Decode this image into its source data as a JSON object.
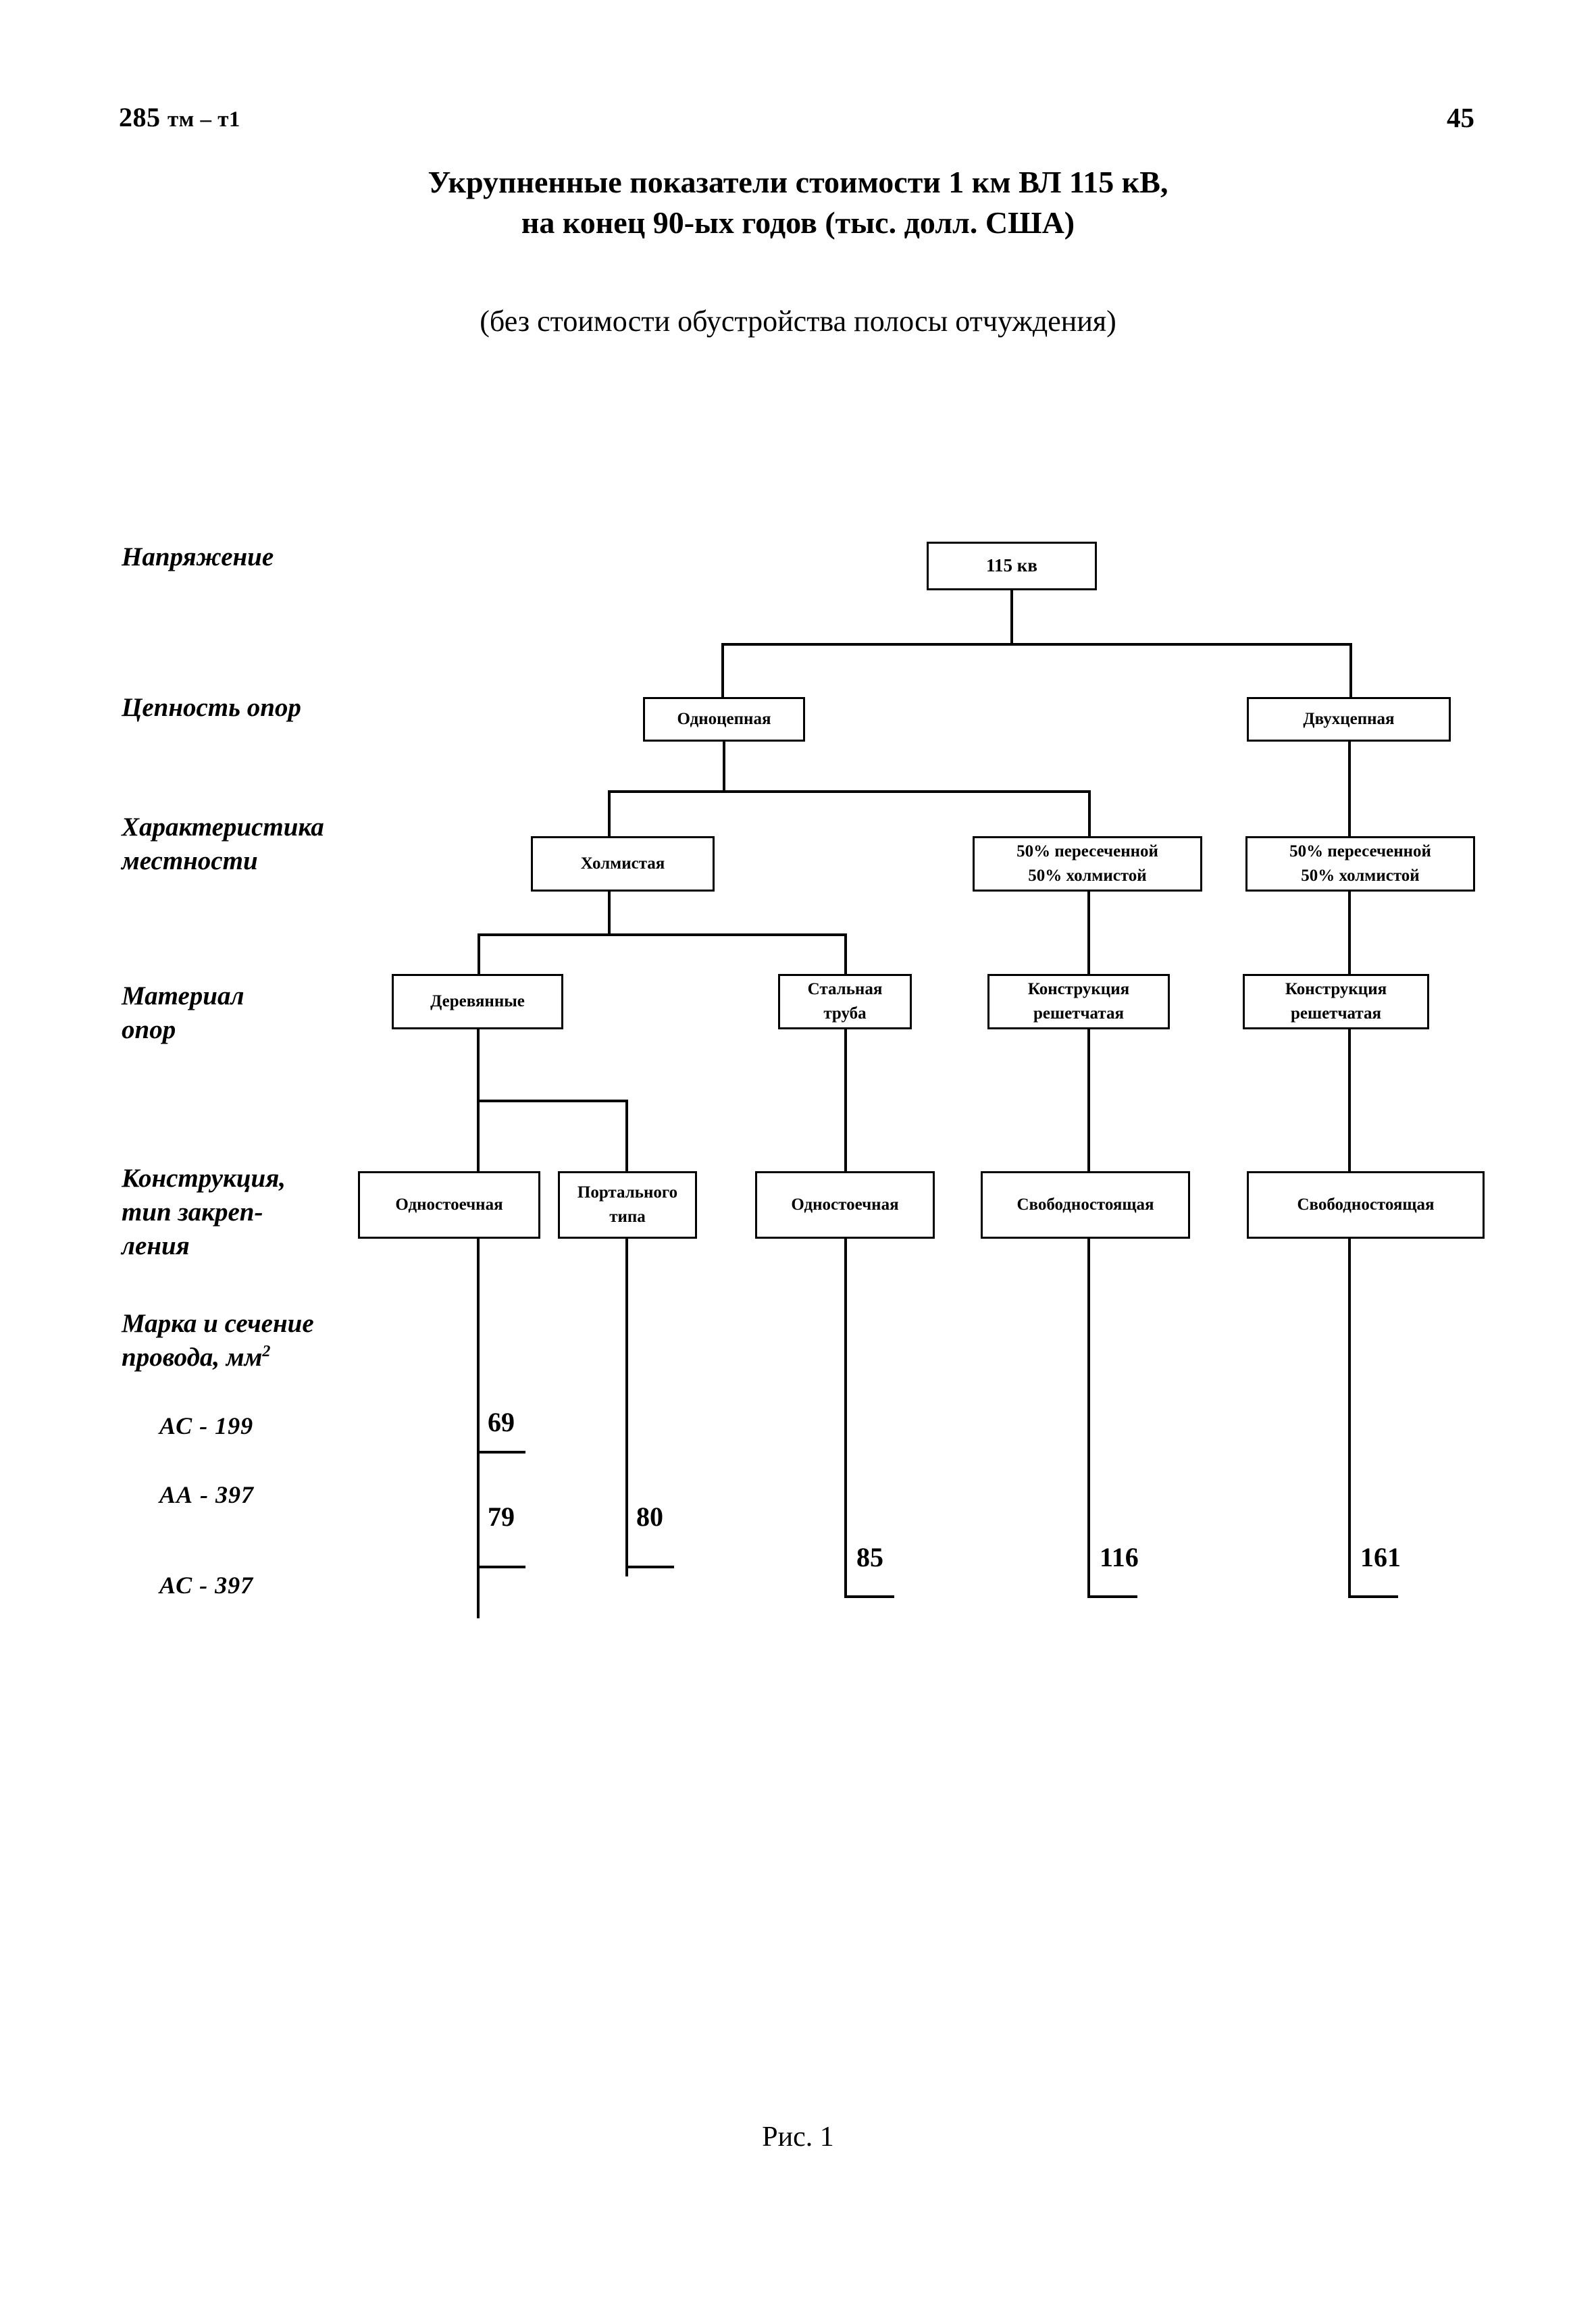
{
  "page": {
    "running_head_left_main": "285",
    "running_head_left_rest": "тм – т1",
    "page_number": "45",
    "title_line1": "Укрупненные показатели стоимости 1 км ВЛ 115 кВ,",
    "title_line2": "на конец 90-ых годов (тыс. долл. США)",
    "subtitle": "(без стоимости обустройства полосы отчуждения)",
    "figure_caption": "Рис. 1"
  },
  "row_labels": {
    "voltage": "Напряжение",
    "circuit_count": "Цепность опор",
    "terrain_line1": "Характеристика",
    "terrain_line2": "местности",
    "material_line1": "Материал",
    "material_line2": "опор",
    "construction_line1": "Конструкция,",
    "construction_line2": "тип закреп-",
    "construction_line3": "ления",
    "wire_line1": "Марка и сечение",
    "wire_line2": "провода, мм",
    "wire_line2_sup": "2"
  },
  "wire_rows": [
    {
      "label": "АС  -  199"
    },
    {
      "label": "АА  -  397"
    },
    {
      "label": "АС  -  397"
    }
  ],
  "nodes": {
    "root": "115 кв",
    "circuit_single": "Одноцепная",
    "circuit_double": "Двухцепная",
    "terrain_hilly": "Холмистая",
    "terrain_mixed_a_l1": "50% пересеченной",
    "terrain_mixed_a_l2": "50% холмистой",
    "terrain_mixed_b_l1": "50% пересеченной",
    "terrain_mixed_b_l2": "50% холмистой",
    "material_wood": "Деревянные",
    "material_steel_l1": "Стальная",
    "material_steel_l2": "труба",
    "material_lattice_a_l1": "Конструкция",
    "material_lattice_a_l2": "решетчатая",
    "material_lattice_b_l1": "Конструкция",
    "material_lattice_b_l2": "решетчатая",
    "constr_single_pole_a": "Одностоечная",
    "constr_portal_l1": "Портального",
    "constr_portal_l2": "типа",
    "constr_single_pole_b": "Одностоечная",
    "constr_freestanding_a": "Свободностоящая",
    "constr_freestanding_b": "Свободностоящая"
  },
  "chart_data": {
    "type": "diagram",
    "title": "Укрупненные показатели стоимости 1 км ВЛ 115 кВ, на конец 90-ых годов (тыс. долл. США)",
    "subtitle": "(без стоимости обустройства полосы отчуждения)",
    "unit": "тыс. долл. США за 1 км",
    "levels": [
      "Напряжение",
      "Цепность опор",
      "Характеристика местности",
      "Материал опор",
      "Конструкция, тип закрепления",
      "Марка и сечение провода, мм2"
    ],
    "wire_categories": [
      "АС - 199",
      "АА - 397",
      "АС - 397"
    ],
    "branches": [
      {
        "voltage": "115 кв",
        "circuits": "Одноцепная",
        "terrain": "Холмистая",
        "material": "Деревянные",
        "construction": "Одностоечная",
        "values": [
          {
            "wire": "АС - 199",
            "cost": 69
          },
          {
            "wire": "АС - 397",
            "cost": 79
          }
        ]
      },
      {
        "voltage": "115 кв",
        "circuits": "Одноцепная",
        "terrain": "Холмистая",
        "material": "Деревянные",
        "construction": "Портального типа",
        "values": [
          {
            "wire": "АС - 397",
            "cost": 80
          }
        ]
      },
      {
        "voltage": "115 кв",
        "circuits": "Одноцепная",
        "terrain": "Холмистая",
        "material": "Стальная труба",
        "construction": "Одностоечная",
        "values": [
          {
            "wire": "АС - 397",
            "cost": 85
          }
        ]
      },
      {
        "voltage": "115 кв",
        "circuits": "Одноцепная",
        "terrain": "50% пересеченной 50% холмистой",
        "material": "Конструкция решетчатая",
        "construction": "Свободностоящая",
        "values": [
          {
            "wire": "АС - 397",
            "cost": 116
          }
        ]
      },
      {
        "voltage": "115 кв",
        "circuits": "Двухцепная",
        "terrain": "50% пересеченной 50% холмистой",
        "material": "Конструкция решетчатая",
        "construction": "Свободностоящая",
        "values": [
          {
            "wire": "АС - 397",
            "cost": 161
          }
        ]
      }
    ],
    "values_shown": [
      69,
      79,
      80,
      85,
      116,
      161
    ]
  },
  "values": {
    "v69": "69",
    "v79": "79",
    "v80": "80",
    "v85": "85",
    "v116": "116",
    "v161": "161"
  }
}
